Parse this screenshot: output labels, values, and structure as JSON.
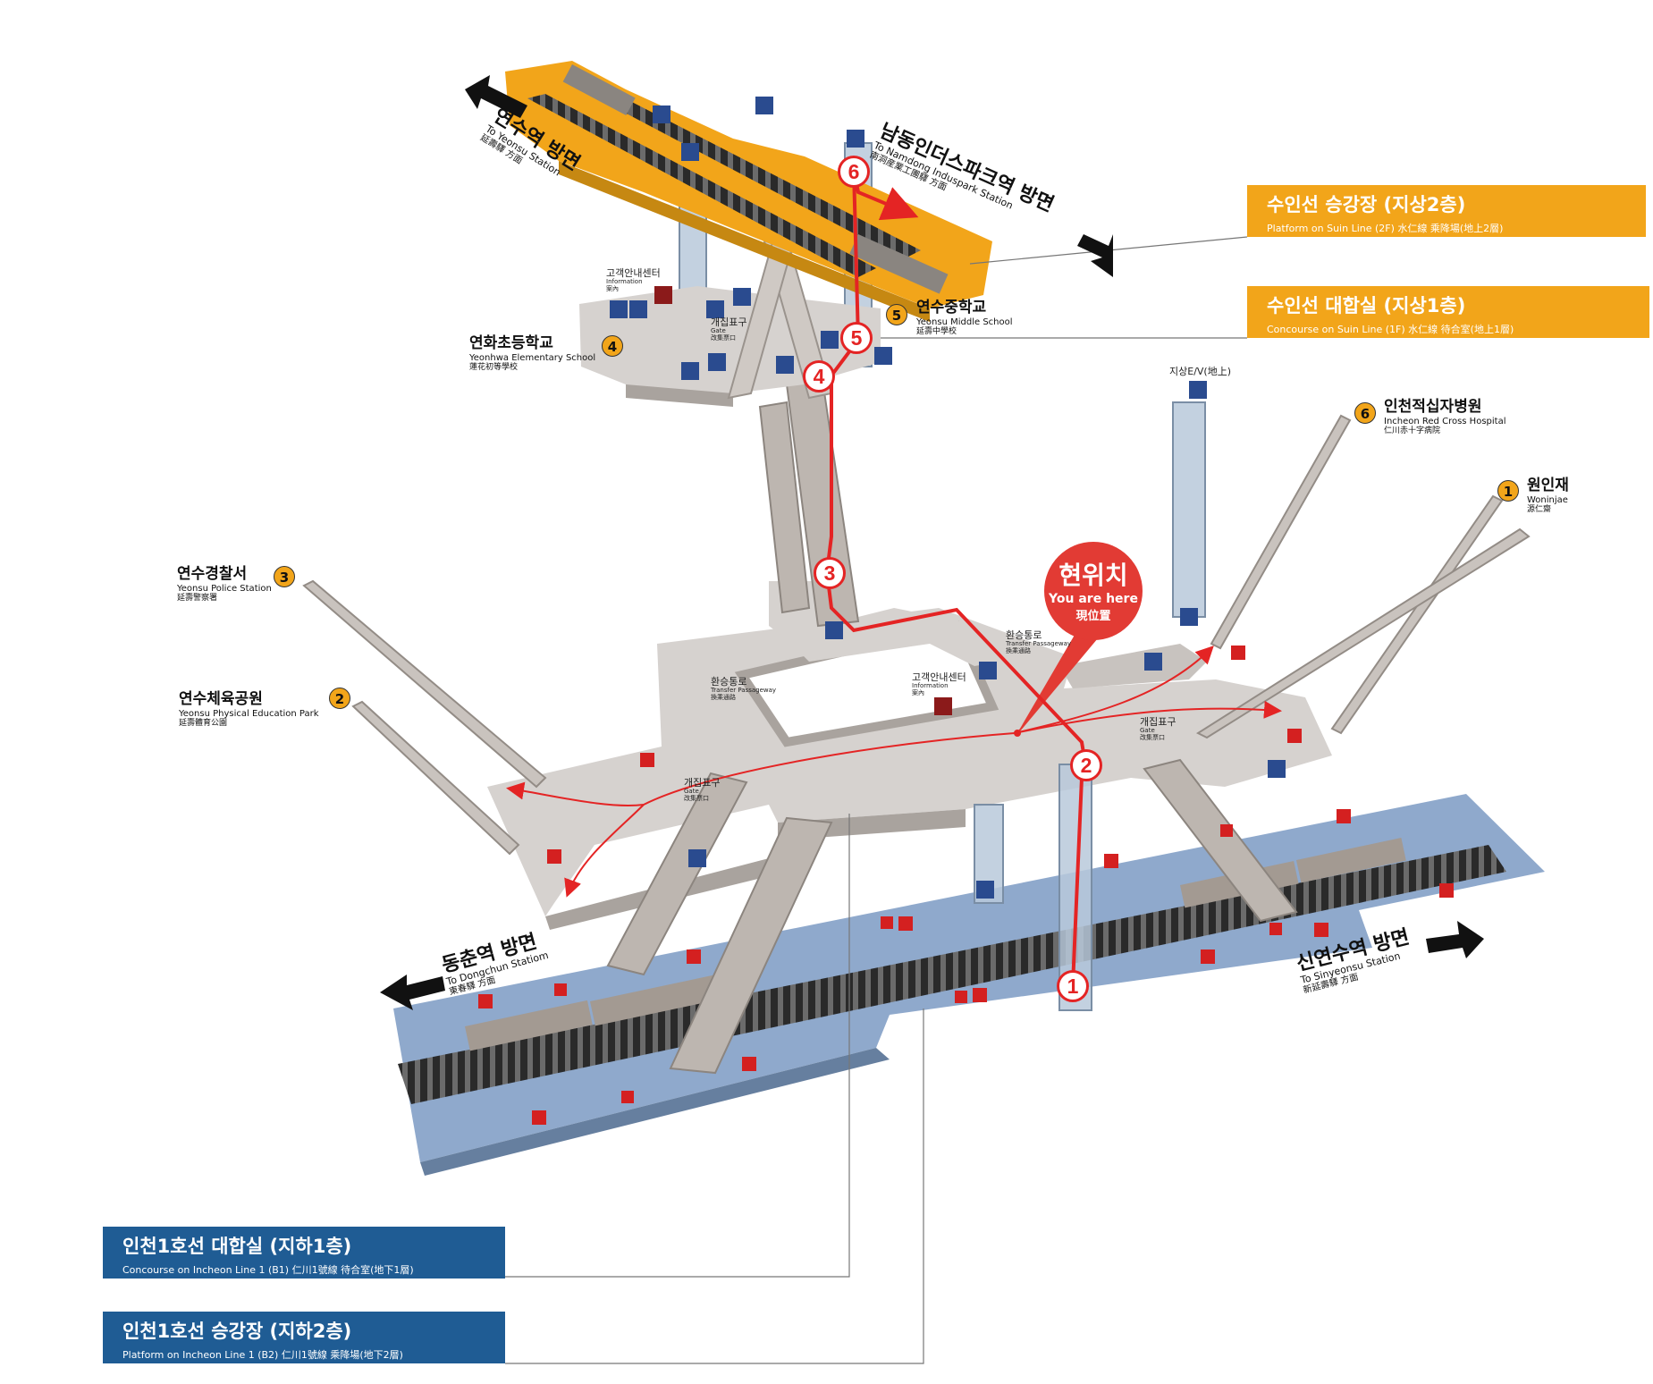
{
  "colors": {
    "platform_orange": "#f2a51a",
    "concourse_gray": "#d6d2cf",
    "platform_blue": "#8fa9cc",
    "floor_blue": "#1f5c94",
    "route_red": "#e42424"
  },
  "current_location": {
    "ko": "현위치",
    "en": "You are here",
    "cn": "現位置"
  },
  "floor_labels": {
    "suin_platform": {
      "title": "수인선 승강장 (지상2층)",
      "sub": "Platform on Suin Line (2F)  水仁線 乘降場(地上2層)"
    },
    "suin_concourse": {
      "title": "수인선 대합실 (지상1층)",
      "sub": "Concourse on Suin Line (1F)  水仁線 待合室(地上1層)"
    },
    "incheon_concourse": {
      "title": "인천1호선 대합실 (지하1층)",
      "sub": "Concourse on Incheon Line 1 (B1)  仁川1號線 待合室(地下1層)"
    },
    "incheon_platform": {
      "title": "인천1호선 승강장 (지하2층)",
      "sub": "Platform on Incheon Line 1 (B2)  仁川1號線 乘降場(地下2層)"
    }
  },
  "directions": {
    "yeonsu": {
      "ko": "연수역 방면",
      "en": "To Yeonsu Station",
      "cn": "延壽驛 方面"
    },
    "namdong": {
      "ko": "남동인더스파크역 방면",
      "en": "To Namdong Induspark Station",
      "cn": "南洞産業工團驛 方面"
    },
    "dongchun": {
      "ko": "동춘역 방면",
      "en": "To Dongchun Statiom",
      "cn": "東春驛 方面"
    },
    "sinyeonsu": {
      "ko": "신연수역 방면",
      "en": "To Sinyeonsu Station",
      "cn": "新延壽驛 方面"
    }
  },
  "exits": [
    {
      "num": "1",
      "ko": "원인재",
      "en": "Woninjae",
      "cn": "源仁齋"
    },
    {
      "num": "2",
      "ko": "연수체육공원",
      "en": "Yeonsu Physical Education Park",
      "cn": "延壽體育公園"
    },
    {
      "num": "3",
      "ko": "연수경찰서",
      "en": "Yeonsu Police Station",
      "cn": "延壽警察署"
    },
    {
      "num": "4",
      "ko": "연화초등학교",
      "en": "Yeonhwa Elementary School",
      "cn": "蓮花初等學校"
    },
    {
      "num": "5",
      "ko": "연수중학교",
      "en": "Yeonsu Middle School",
      "cn": "延壽中學校"
    },
    {
      "num": "6",
      "ko": "인천적십자병원",
      "en": "Incheon Red Cross Hospital",
      "cn": "仁川赤十字病院"
    }
  ],
  "route_steps": [
    "1",
    "2",
    "3",
    "4",
    "5",
    "6"
  ],
  "facilities": {
    "info_center_1": {
      "ko": "고객안내센터",
      "en": "Information",
      "cn": "案內"
    },
    "info_center_2": {
      "ko": "고객안내센터",
      "en": "Information",
      "cn": "案內"
    },
    "gate_1": {
      "ko": "개집표구",
      "en": "Gate",
      "cn": "改集票口"
    },
    "gate_2": {
      "ko": "개집표구",
      "en": "Gate",
      "cn": "改集票口"
    },
    "gate_3": {
      "ko": "개집표구",
      "en": "Gate",
      "cn": "改集票口"
    },
    "transfer_1": {
      "ko": "환승통로",
      "en": "Transfer Passageway",
      "cn": "換乘通路"
    },
    "transfer_2": {
      "ko": "환승통로",
      "en": "Transfer Passageway",
      "cn": "換乘通路"
    },
    "ground_ev": "지상E/V(地上)"
  },
  "icons": [
    "elevator-icon",
    "escalator-icon",
    "info-icon",
    "restroom-icon",
    "wheelchair-icon",
    "nursing-room-icon",
    "phone-icon",
    "fire-extinguisher-icon"
  ]
}
